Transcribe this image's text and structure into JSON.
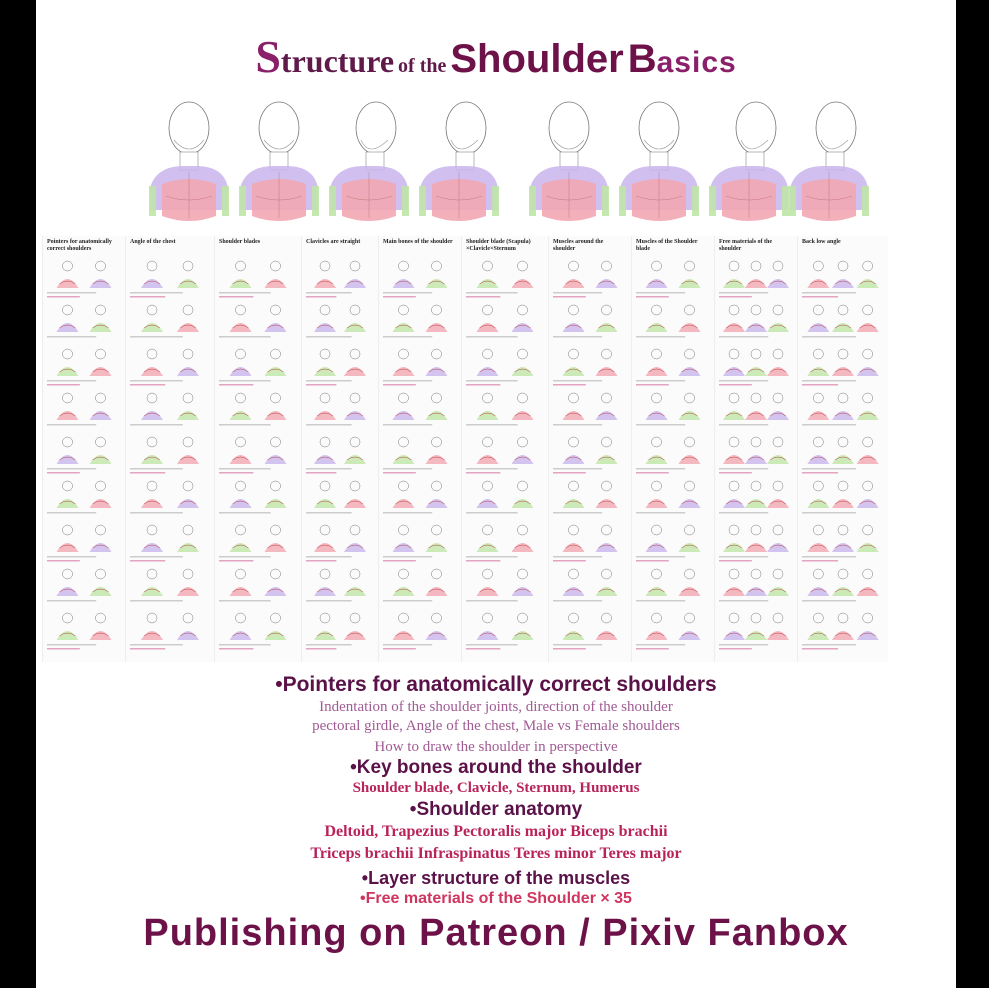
{
  "title": {
    "part1_initial": "S",
    "part1_rest": "tructure",
    "part2": "of the",
    "part3": "Shoulder",
    "part4_initial": "B",
    "part4_rest": "asics"
  },
  "collage_panels": [
    {
      "heading": "Pointers for anatomically correct shoulders"
    },
    {
      "heading": "Angle of the chest"
    },
    {
      "heading": "Shoulder blades"
    },
    {
      "heading": "Clavicles are straight"
    },
    {
      "heading": "Main bones of the shoulder"
    },
    {
      "heading": "Shoulder blade (Scapula) ×Clavicle×Sternum"
    },
    {
      "heading": "Muscles around the shoulder"
    },
    {
      "heading": "Muscles of the Shoulder blade"
    },
    {
      "heading": "Free materials of the shoulder"
    },
    {
      "heading": "Back low angle"
    }
  ],
  "info": {
    "pointers_heading": "•Pointers for anatomically correct shoulders",
    "pointers_line1": "Indentation of the shoulder joints, direction of the shoulder",
    "pointers_line2": "pectoral girdle, Angle of the chest, Male vs Female shoulders",
    "pointers_line3": "How to draw the shoulder in perspective",
    "bones_heading": "•Key bones around the shoulder",
    "bones_line": "Shoulder blade, Clavicle,   Sternum,   Humerus",
    "anatomy_heading": "•Shoulder anatomy",
    "anatomy_line1": "Deltoid, Trapezius   Pectoralis major   Biceps brachii",
    "anatomy_line2": "Triceps brachii   Infraspinatus   Teres minor   Teres major",
    "layer_heading": "•Layer structure of the muscles",
    "free_line": "•Free materials of the Shoulder  × 35"
  },
  "footer": "Publishing on Patreon / Pixiv Fanbox",
  "colors": {
    "title_primary": "#6d1248",
    "muscle_pink": "#f2a7b3",
    "muscle_purple": "#c9b5ec",
    "muscle_green": "#bfe6a8",
    "text_accent": "#b8245a"
  }
}
